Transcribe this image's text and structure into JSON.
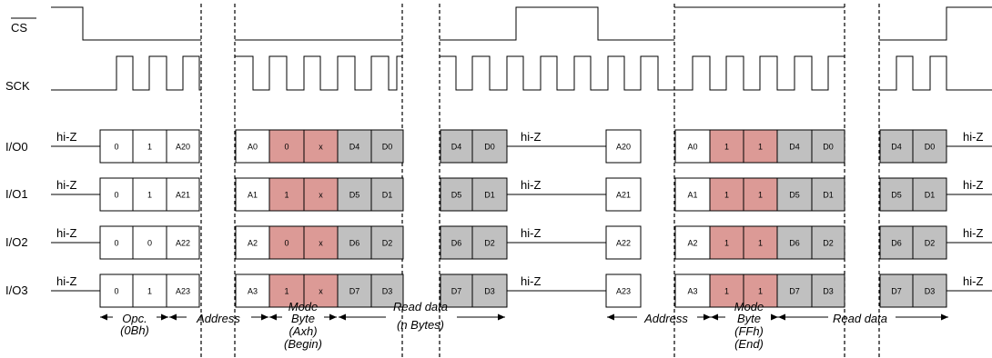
{
  "signals": {
    "cs": "CS",
    "sck": "SCK",
    "io": [
      "I/O0",
      "I/O1",
      "I/O2",
      "I/O3"
    ]
  },
  "hiz": "hi-Z",
  "colors": {
    "mode_cell": "#dc9a96",
    "data_cell": "#c0c0c0",
    "plain_cell": "#ffffff",
    "line": "#000000",
    "divider": "#000000"
  },
  "segments": [
    {
      "name": "opcode",
      "cells": [
        [
          "0",
          "1",
          "A20"
        ],
        [
          "0",
          "1",
          "A21"
        ],
        [
          "0",
          "0",
          "A22"
        ],
        [
          "0",
          "1",
          "A23"
        ]
      ]
    },
    {
      "name": "address-mode-read-1",
      "cells": [
        [
          "A0",
          "0",
          "x",
          "D4",
          "D0"
        ],
        [
          "A1",
          "1",
          "x",
          "D5",
          "D1"
        ],
        [
          "A2",
          "0",
          "x",
          "D6",
          "D2"
        ],
        [
          "A3",
          "1",
          "x",
          "D7",
          "D3"
        ]
      ]
    },
    {
      "name": "read-1",
      "cells": [
        [
          "D4",
          "D0"
        ],
        [
          "D5",
          "D1"
        ],
        [
          "D6",
          "D2"
        ],
        [
          "D7",
          "D3"
        ]
      ]
    },
    {
      "name": "address-2",
      "cells": [
        [
          "A20"
        ],
        [
          "A21"
        ],
        [
          "A22"
        ],
        [
          "A23"
        ]
      ]
    },
    {
      "name": "address-mode-read-2",
      "cells": [
        [
          "A0",
          "1",
          "1",
          "D4",
          "D0"
        ],
        [
          "A1",
          "1",
          "1",
          "D5",
          "D1"
        ],
        [
          "A2",
          "1",
          "1",
          "D6",
          "D2"
        ],
        [
          "A3",
          "1",
          "1",
          "D7",
          "D3"
        ]
      ]
    },
    {
      "name": "read-2",
      "cells": [
        [
          "D4",
          "D0"
        ],
        [
          "D5",
          "D1"
        ],
        [
          "D6",
          "D2"
        ],
        [
          "D7",
          "D3"
        ]
      ]
    }
  ],
  "annotations": {
    "opc": [
      "Opc.",
      "(0Bh)"
    ],
    "address1": "Address",
    "mode1": [
      "Mode",
      "Byte",
      "(Axh)",
      "(Begin)"
    ],
    "read1": [
      "Read data",
      "(n Bytes)"
    ],
    "address2": "Address",
    "mode2": [
      "Mode",
      "Byte",
      "(FFh)",
      "(End)"
    ],
    "read2": "Read data"
  }
}
